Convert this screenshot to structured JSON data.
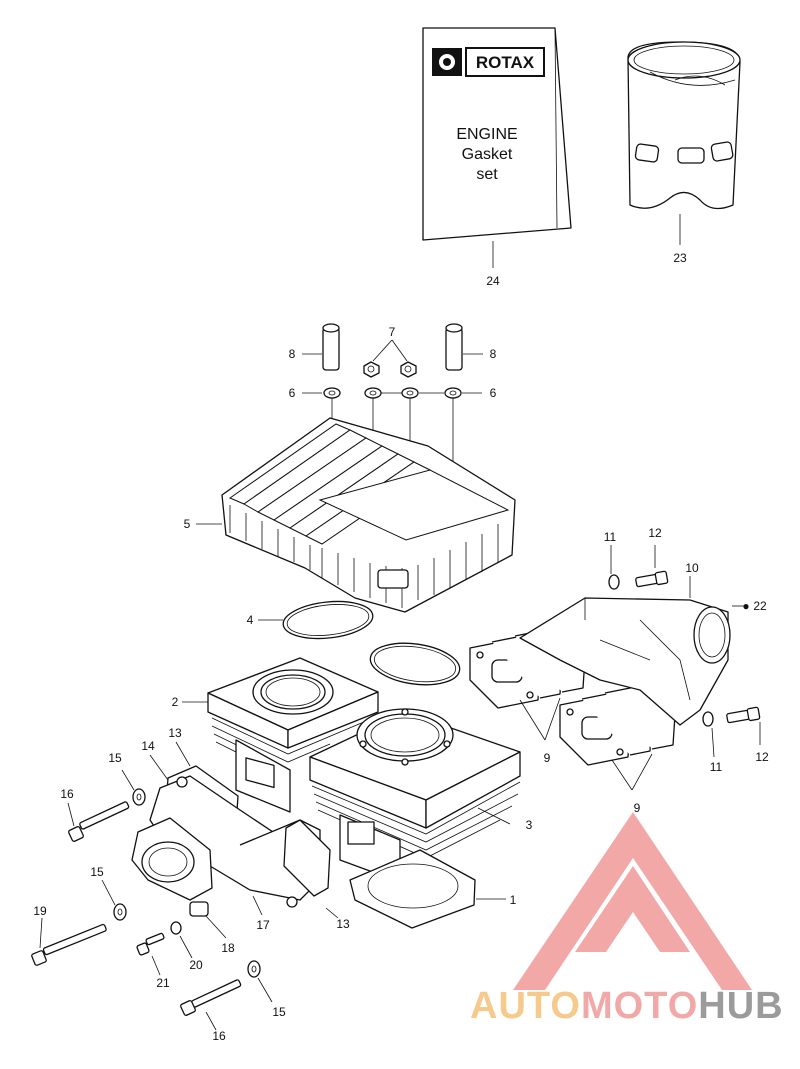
{
  "gasket_box": {
    "brand": "ROTAX",
    "title_line1": "ENGINE",
    "title_line2": "Gasket",
    "title_line3": "set"
  },
  "callouts": {
    "c1": "1",
    "c2": "2",
    "c3": "3",
    "c4": "4",
    "c5": "5",
    "c6a": "6",
    "c6b": "6",
    "c7": "7",
    "c8a": "8",
    "c8b": "8",
    "c9a": "9",
    "c9b": "9",
    "c10": "10",
    "c11a": "11",
    "c11b": "11",
    "c12a": "12",
    "c12b": "12",
    "c13a": "13",
    "c13b": "13",
    "c14": "14",
    "c15a": "15",
    "c15b": "15",
    "c15c": "15",
    "c16a": "16",
    "c16b": "16",
    "c17": "17",
    "c18": "18",
    "c19": "19",
    "c20": "20",
    "c21": "21",
    "c22": "22",
    "c23": "23",
    "c24": "24"
  },
  "watermark": {
    "part1": "AUTO",
    "part2": "MOTO",
    "part3": "HUB"
  },
  "colors": {
    "line": "#111111",
    "watermark_red": "#f08a8a",
    "watermark_orange": "#f5c07a",
    "watermark_gray": "#8a8a8a"
  }
}
